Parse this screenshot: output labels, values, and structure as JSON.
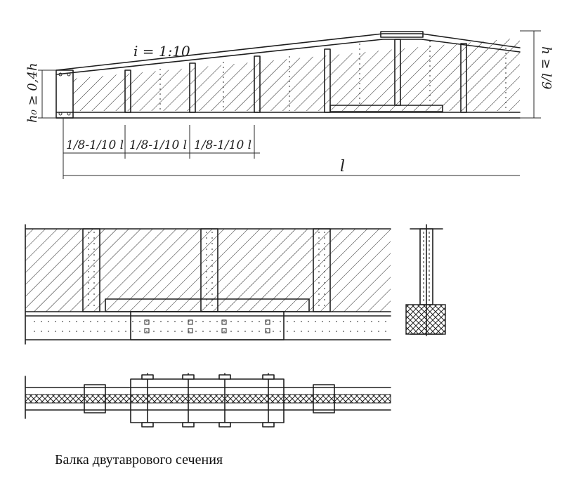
{
  "elevation": {
    "slope_label": "i = 1:10",
    "support_depth_label": "h₀ ≥ 0,4h",
    "span_depth_label": "h ≥ l/9",
    "panel_labels": [
      "1/8-1/10 l",
      "1/8-1/10 l",
      "1/8-1/10 l"
    ],
    "span_label": "l"
  },
  "caption": "Балка двутаврового сечения"
}
